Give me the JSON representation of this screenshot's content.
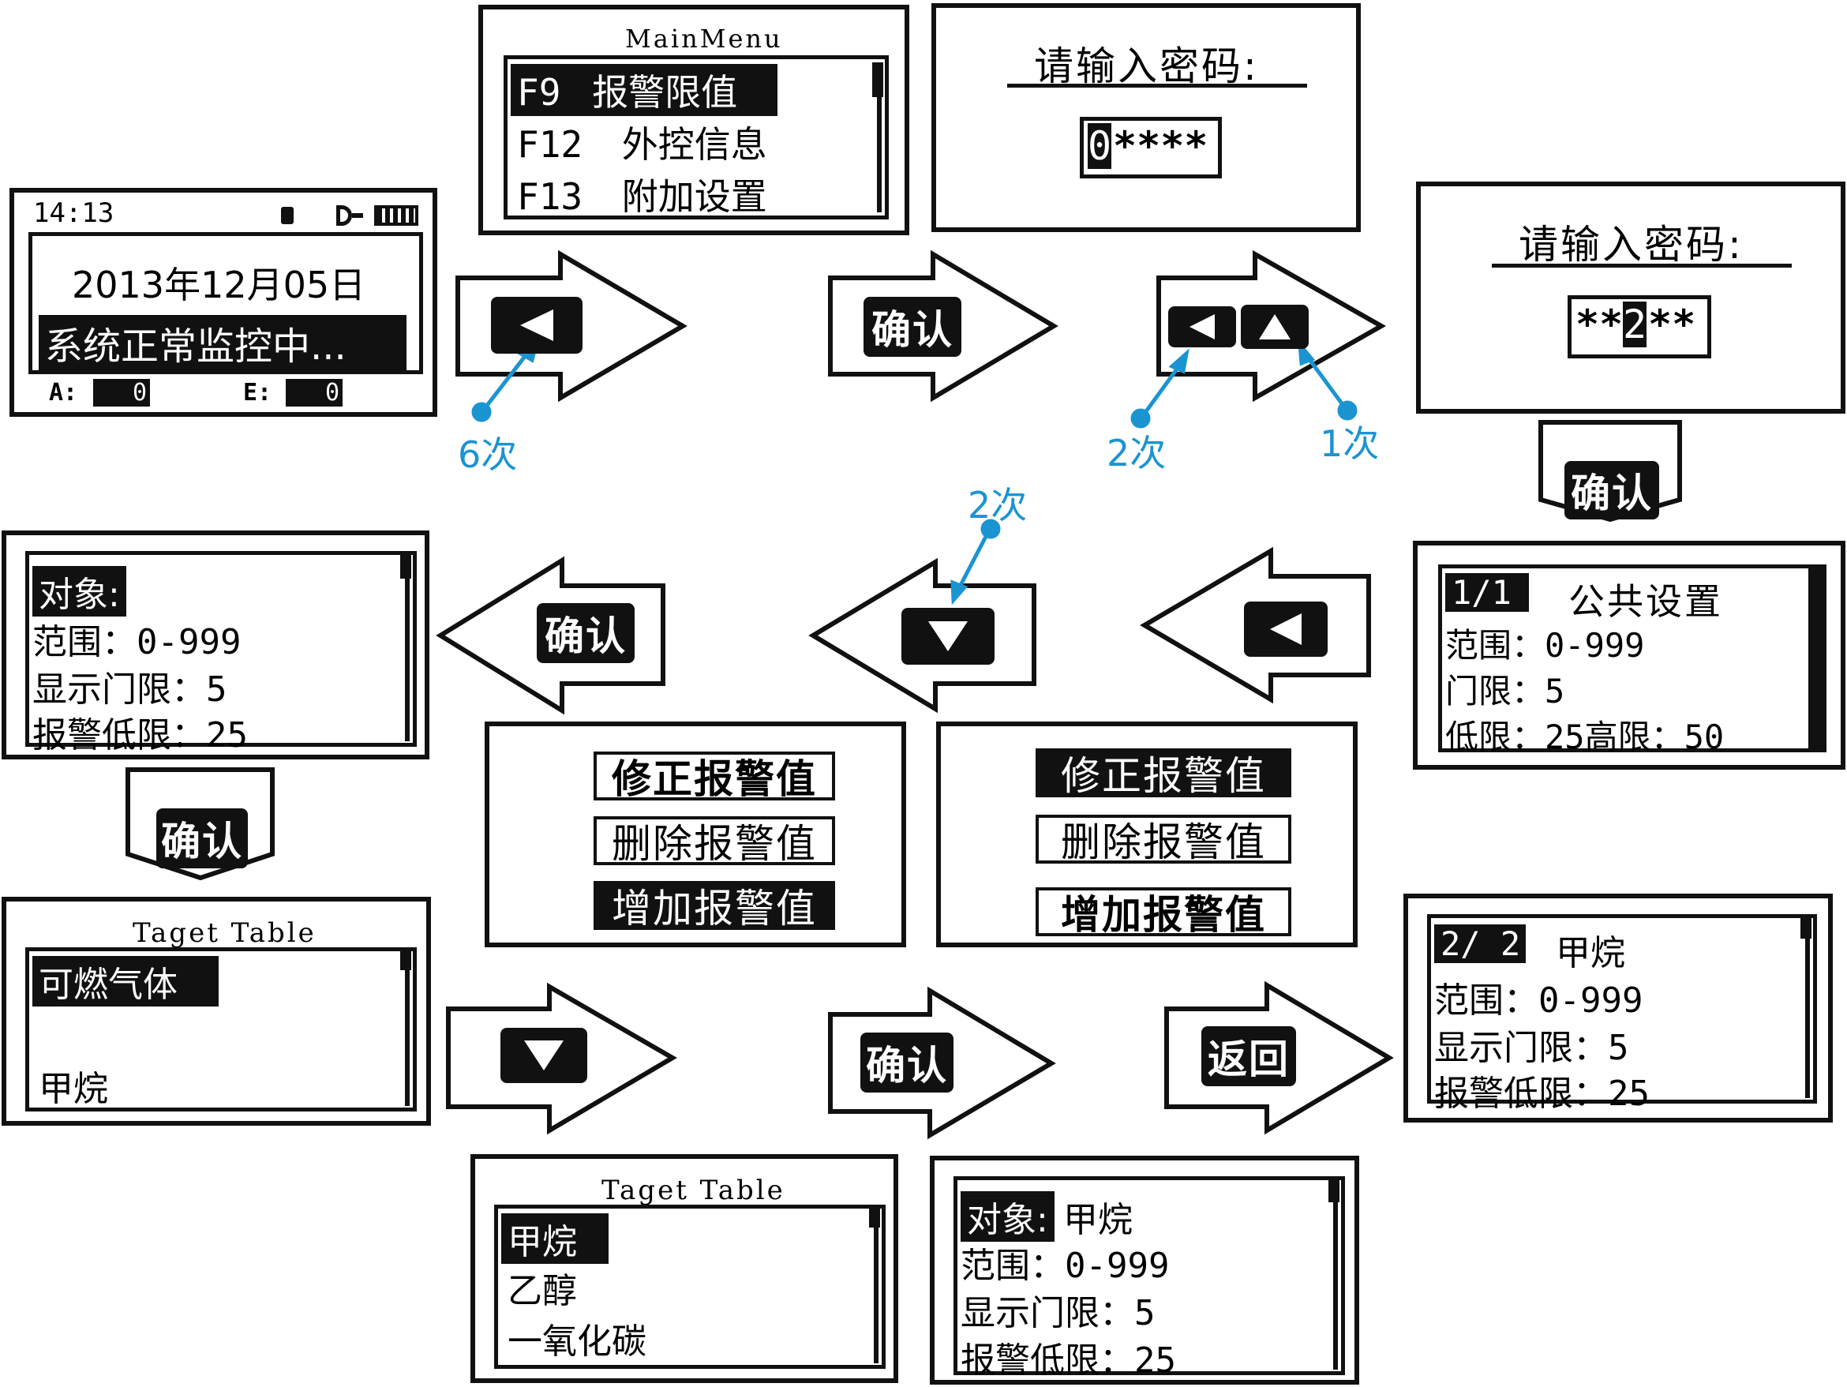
{
  "status_screen": {
    "time": "14:13",
    "date": "2013年12月05日",
    "message": "系统正常监控中...",
    "a_label": "A:",
    "a_value": "0",
    "e_label": "E:",
    "e_value": "0",
    "icons": [
      "lock-icon",
      "plug-icon",
      "battery-icon"
    ]
  },
  "main_menu": {
    "title": "MainMenu",
    "items": [
      {
        "code": "F9",
        "label": "报警限值"
      },
      {
        "code": "F12",
        "label": "外控信息"
      },
      {
        "code": "F13",
        "label": "附加设置"
      }
    ]
  },
  "password_1": {
    "prompt": "请输入密码:",
    "cursor_digit": "0",
    "rest": "****"
  },
  "password_2": {
    "prompt": "请输入密码:",
    "before": "**",
    "cursor_digit": "2",
    "after": "**"
  },
  "public_settings": {
    "page": "1/1",
    "title": "公共设置",
    "range": "范围：0-999",
    "threshold": "门限：5",
    "limits": "低限：25高限：50"
  },
  "object_screen_1": {
    "object_label": "对象:",
    "range": "范围：0-999",
    "display_threshold": "显示门限：5",
    "alarm_low": "报警低限：25"
  },
  "alarm_menu_1": {
    "items": [
      "修正报警值",
      "删除报警值",
      "增加报警值"
    ]
  },
  "alarm_menu_2": {
    "items": [
      "修正报警值",
      "删除报警值",
      "增加报警值"
    ]
  },
  "target_table_1": {
    "title": "Taget Table",
    "items": [
      "可燃气体",
      "甲烷"
    ]
  },
  "target_table_2": {
    "title": "Taget Table",
    "items": [
      "甲烷",
      "乙醇",
      "一氧化碳"
    ]
  },
  "object_screen_2": {
    "object_label": "对象:",
    "object_value": "甲烷",
    "range": "范围：0-999",
    "display_threshold": "显示门限：5",
    "alarm_low": "报警低限：25"
  },
  "methane_screen": {
    "page": "2/ 2",
    "title": "甲烷",
    "range": "范围：0-999",
    "display_threshold": "显示门限：5",
    "alarm_low": "报警低限：25"
  },
  "buttons": {
    "confirm": "确认",
    "back": "返回",
    "left_icon": "left-triangle-icon",
    "up_icon": "up-triangle-icon",
    "down_icon": "down-triangle-icon"
  },
  "annotations": {
    "left_6x": "6次",
    "left_2x": "2次",
    "up_1x": "1次",
    "down_2x": "2次"
  },
  "colors": {
    "annotation": "#1b94d2",
    "ink": "#111111"
  }
}
